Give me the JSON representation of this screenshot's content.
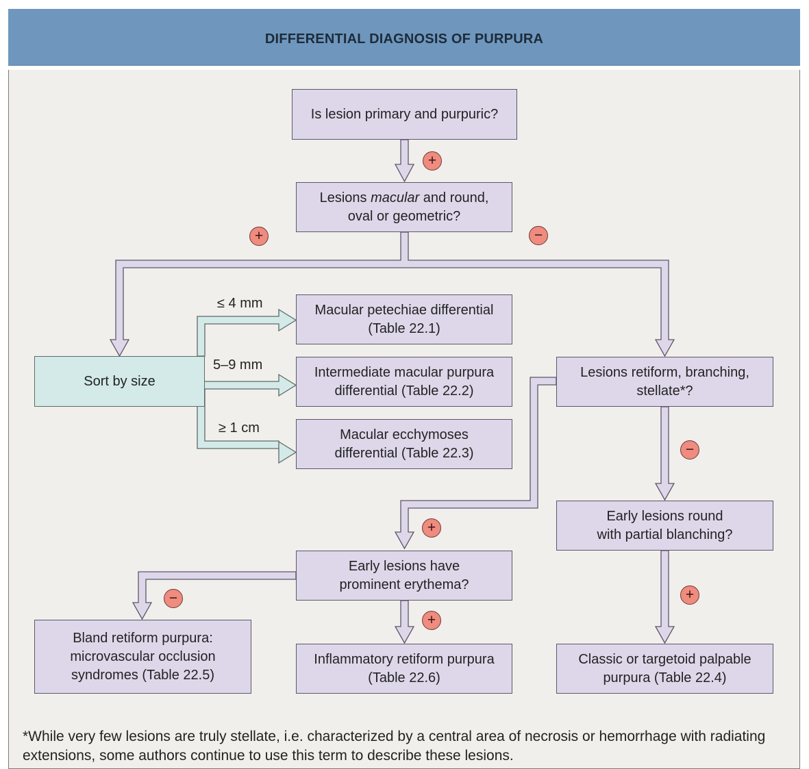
{
  "title": "DIFFERENTIAL DIAGNOSIS OF PURPURA",
  "nodes": {
    "primary": "Is lesion primary and purpuric?",
    "macular_pre": "Lesions ",
    "macular_em": "macular",
    "macular_post": " and round,",
    "macular_line2": "oval or geometric?",
    "sort": "Sort by size",
    "petechiae_l1": "Macular petechiae differential",
    "petechiae_l2": "(Table 22.1)",
    "intermediate_l1": "Intermediate macular purpura",
    "intermediate_l2": "differential (Table 22.2)",
    "ecchymoses_l1": "Macular ecchymoses",
    "ecchymoses_l2": "differential (Table 22.3)",
    "retiform_l1": "Lesions retiform, branching,",
    "retiform_l2": "stellate*?",
    "early_round_l1": "Early lesions round",
    "early_round_l2": "with partial blanching?",
    "erythema_l1": "Early lesions have",
    "erythema_l2": "prominent erythema?",
    "bland_l1": "Bland retiform purpura:",
    "bland_l2": "microvascular occlusion",
    "bland_l3": "syndromes (Table 22.5)",
    "inflammatory_l1": "Inflammatory retiform purpura",
    "inflammatory_l2": "(Table 22.6)",
    "classic_l1": "Classic or targetoid palpable",
    "classic_l2": "purpura (Table 22.4)"
  },
  "size_labels": {
    "small": "≤ 4 mm",
    "medium": "5–9 mm",
    "large": "≥ 1 cm"
  },
  "signs": {
    "plus": "+",
    "minus": "−"
  },
  "footnote": "*While very few lesions are truly stellate, i.e. characterized by a central area of necrosis or hemorrhage with radiating extensions, some authors continue to use this term to describe these lesions."
}
